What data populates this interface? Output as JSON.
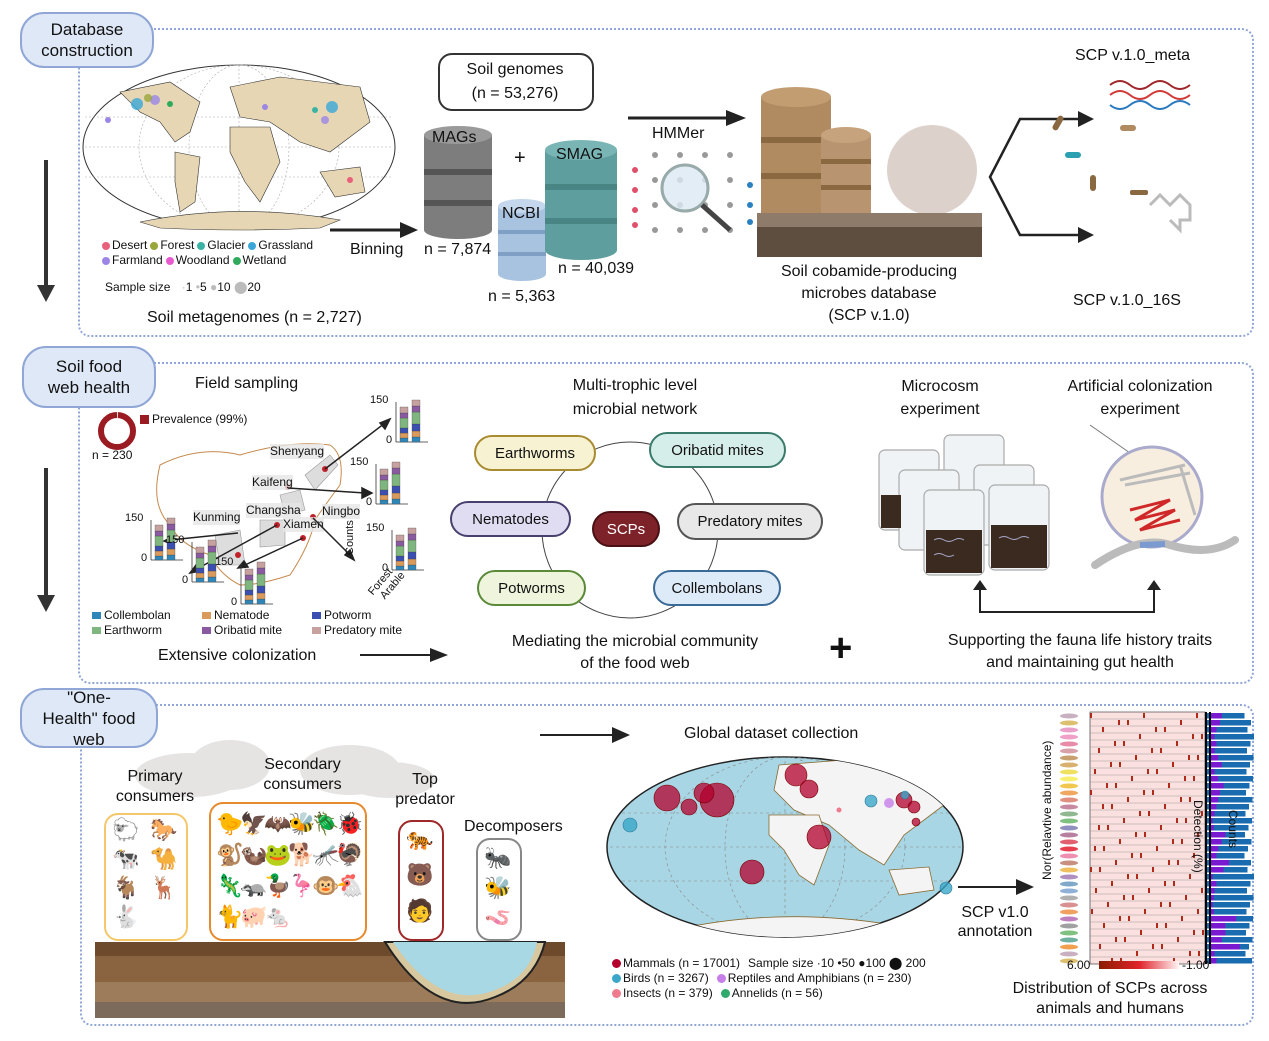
{
  "sections": {
    "database": "Database construction",
    "foodweb": "Soil food web health",
    "onehealth": "\"One-Health\" food web"
  },
  "database": {
    "habitat_legend": [
      {
        "label": "Desert",
        "color": "#e8607a"
      },
      {
        "label": "Forest",
        "color": "#9aa53a"
      },
      {
        "label": "Glacier",
        "color": "#3bb3a4"
      },
      {
        "label": "Grassland",
        "color": "#3aa7d8"
      },
      {
        "label": "Farmland",
        "color": "#9b86e6"
      },
      {
        "label": "Woodland",
        "color": "#e85ad0"
      },
      {
        "label": "Wetland",
        "color": "#2faa5c"
      }
    ],
    "sample_size_label": "Sample size",
    "sample_sizes": [
      "1",
      "5",
      "10",
      "20"
    ],
    "metagenomes_label": "Soil metagenomes (n = 2,727)",
    "binning_label": "Binning",
    "soil_genomes_title": "Soil genomes",
    "soil_genomes_count": "(n = 53,276)",
    "mags_label": "MAGs",
    "mags_count": "n = 7,874",
    "plus": "+",
    "ncbi_label": "NCBI",
    "ncbi_count": "n = 5,363",
    "smag_label": "SMAG",
    "smag_count": "n = 40,039",
    "hmmer_label": "HMMer",
    "scp_db_line1": "Soil cobamide-producing",
    "scp_db_line2": "microbes database",
    "scp_db_line3": "(SCP v.1.0)",
    "scp_meta": "SCP v.1.0_meta",
    "scp_16s": "SCP v.1.0_16S"
  },
  "foodweb": {
    "field_sampling": "Field sampling",
    "prevalence": "Prevalence (99%)",
    "prevalence_value": 99,
    "n_label": "n = 230",
    "cities": [
      "Shenyang",
      "Kaifeng",
      "Kunming",
      "Changsha",
      "Ningbo",
      "Xiamen"
    ],
    "axis_max": "150",
    "axis_min": "0",
    "counts_label": "Counts",
    "x_labels": [
      "Forest",
      "Arable"
    ],
    "fauna_legend": [
      {
        "label": "Collembolan",
        "color": "#2f86b8"
      },
      {
        "label": "Nematode",
        "color": "#d99a5c"
      },
      {
        "label": "Potworm",
        "color": "#3b4fb0"
      },
      {
        "label": "Earthworm",
        "color": "#7fb57f"
      },
      {
        "label": "Oribatid mite",
        "color": "#8a5aa0"
      },
      {
        "label": "Predatory mite",
        "color": "#c7a0a0"
      }
    ],
    "extensive_colonization": "Extensive colonization",
    "network_title_1": "Multi-trophic level",
    "network_title_2": "microbial network",
    "nodes": {
      "earthworms": "Earthworms",
      "oribatid": "Oribatid mites",
      "nematodes": "Nematodes",
      "scps": "SCPs",
      "predatory": "Predatory mites",
      "potworms": "Potworms",
      "collembolans": "Collembolans"
    },
    "mediating_1": "Mediating the microbial community",
    "mediating_2": "of the food web",
    "plus": "+",
    "microcosm_1": "Microcosm",
    "microcosm_2": "experiment",
    "artificial_1": "Artificial colonization",
    "artificial_2": "experiment",
    "supporting_1": "Supporting the fauna life history traits",
    "supporting_2": "and maintaining gut health"
  },
  "onehealth": {
    "primary": "Primary consumers",
    "secondary": "Secondary consumers",
    "top": "Top predator",
    "decomposers": "Decomposers",
    "primary_animals": [
      "sheep",
      "horse",
      "cow",
      "camel",
      "goat",
      "deer",
      "rabbit"
    ],
    "secondary_animals": [
      "canary",
      "falcon",
      "bat",
      "bee",
      "beetle",
      "bug",
      "monkey",
      "ferret",
      "toad",
      "dog",
      "mosquito",
      "turkey",
      "lizard",
      "badger",
      "duck",
      "crane",
      "macaque",
      "chicken",
      "cat",
      "pig",
      "mouse"
    ],
    "top_animals": [
      "tiger",
      "bear",
      "human"
    ],
    "decomposer_animals": [
      "termite",
      "bumblebee",
      "earthworm"
    ],
    "global_title": "Global dataset collection",
    "group_legend": [
      {
        "label": "Mammals (n = 17001)",
        "color": "#b3002d"
      },
      {
        "label": "Birds (n = 3267)",
        "color": "#3aa7c8"
      },
      {
        "label": "Reptiles and Amphibians (n = 230)",
        "color": "#c77ee8"
      },
      {
        "label": "Insects (n = 379)",
        "color": "#ef7a8e"
      },
      {
        "label": "Annelids  (n = 56)",
        "color": "#2faa6c"
      }
    ],
    "sample_size_label": "Sample size",
    "sample_sizes": [
      "10",
      "50",
      "100",
      "200"
    ],
    "annotation_1": "SCP v1.0",
    "annotation_2": "annotation",
    "heatmap_ylabel": "Nor(Relavtive abundance)",
    "detection_label": "Detection (%)",
    "counts_label": "Counts",
    "scale_max": "6.00",
    "scale_min": "-1.00",
    "distribution_1": "Distribution of SCPs across",
    "distribution_2": "animals and humans"
  }
}
